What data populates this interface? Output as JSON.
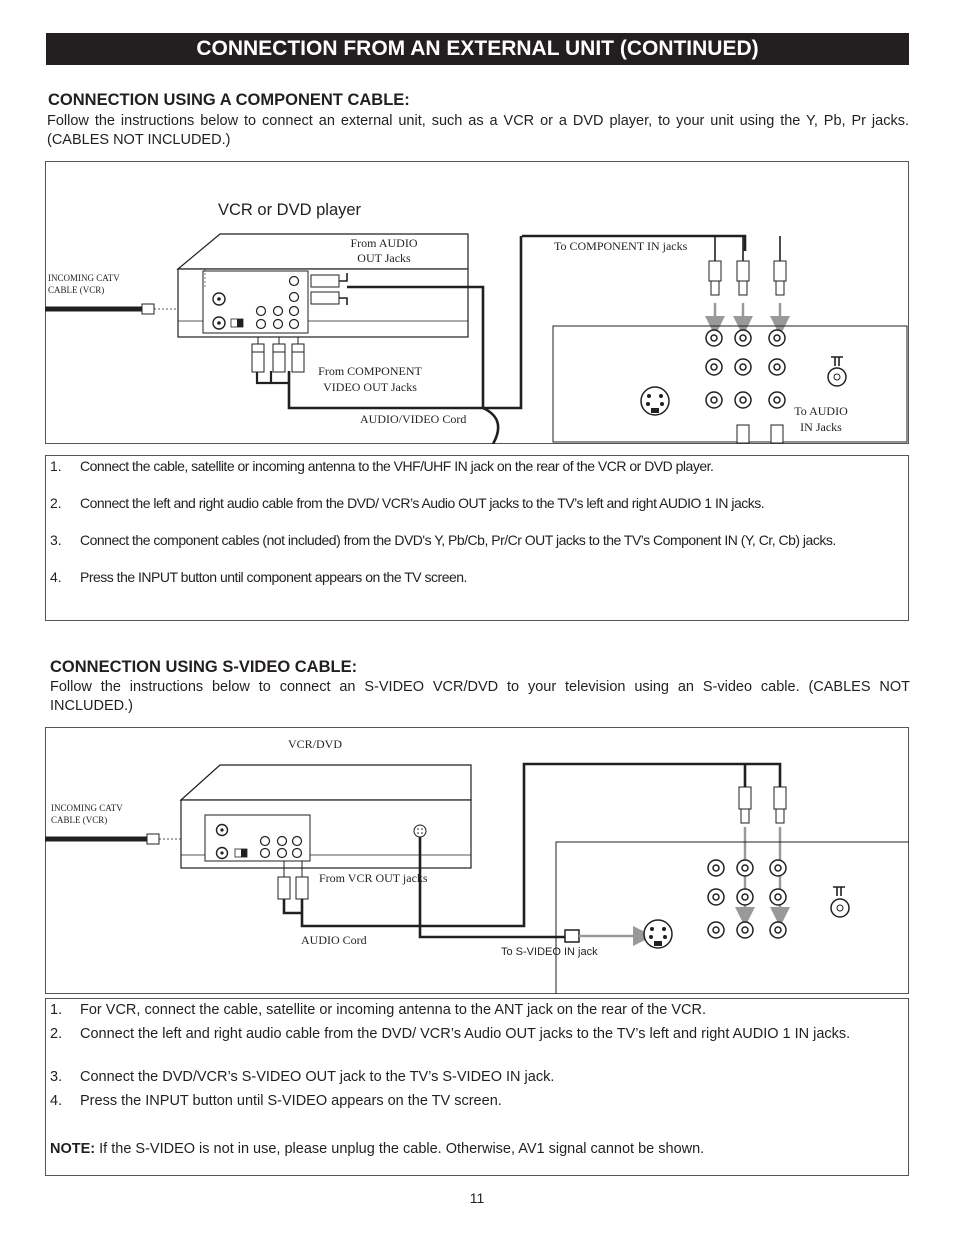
{
  "banner": {
    "title": "CONNECTION FROM AN EXTERNAL UNIT (CONTINUED)"
  },
  "component": {
    "heading": "CONNECTION USING A COMPONENT CABLE:",
    "intro": "Follow the instructions below to connect an external unit, such as a VCR or a DVD player, to your unit using the Y, Pb, Pr jacks.  (CABLES NOT INCLUDED.)",
    "diagram": {
      "device_title": "VCR or DVD player",
      "catv_line1": "INCOMING CATV",
      "catv_line2": "CABLE (VCR)",
      "audio_out_line1": "From AUDIO",
      "audio_out_line2": "OUT Jacks",
      "component_in": "To COMPONENT IN jacks",
      "component_out_line1": "From COMPONENT",
      "component_out_line2": "VIDEO OUT Jacks",
      "av_cord": "AUDIO/VIDEO Cord",
      "audio_in_line1": "To AUDIO",
      "audio_in_line2": "IN Jacks"
    },
    "steps": [
      {
        "num": "1.",
        "text": "Connect the cable, satellite or incoming antenna to the VHF/UHF IN jack on the rear of the VCR or DVD player."
      },
      {
        "num": "2.",
        "text": "Connect the left and right audio cable from the DVD/ VCR’s Audio OUT jacks to the TV’s left and right  AUDIO 1 IN jacks."
      },
      {
        "num": "3.",
        "text": "Connect the component cables (not included) from the DVD's Y, Pb/Cb, Pr/Cr OUT jacks to the TV’s Component IN (Y, Cr, Cb)  jacks."
      },
      {
        "num": "4.",
        "text": "Press the INPUT button until component appears on the TV screen."
      }
    ]
  },
  "svideo": {
    "heading": "CONNECTION USING S-VIDEO CABLE:",
    "intro": "Follow the instructions below to connect an S-VIDEO VCR/DVD to your television using an S-video cable. (CABLES NOT INCLUDED.)",
    "diagram": {
      "device_title": "VCR/DVD",
      "catv_line1": "INCOMING CATV",
      "catv_line2": "CABLE (VCR)",
      "vcr_out": "From VCR OUT jacks",
      "audio_cord": "AUDIO Cord",
      "svideo_in": "To S-VIDEO IN jack"
    },
    "steps": [
      {
        "num": "1.",
        "text": "For VCR, connect the cable, satellite or incoming antenna to the ANT jack on the rear of the VCR."
      },
      {
        "num": "2.",
        "text": "Connect the left and right audio cable from the DVD/ VCR’s Audio OUT jacks to the TV’s left and right  AUDIO 1 IN jacks."
      },
      {
        "num": "3.",
        "text": "Connect the DVD/VCR’s S-VIDEO OUT jack to the TV’s S-VIDEO IN jack."
      },
      {
        "num": "4.",
        "text": "Press the INPUT button until S-VIDEO appears on the TV screen."
      }
    ],
    "note_label": "NOTE:",
    "note_text": " If the S-VIDEO is not in use, please unplug the cable. Otherwise, AV1 signal cannot be shown."
  },
  "page_number": "11"
}
